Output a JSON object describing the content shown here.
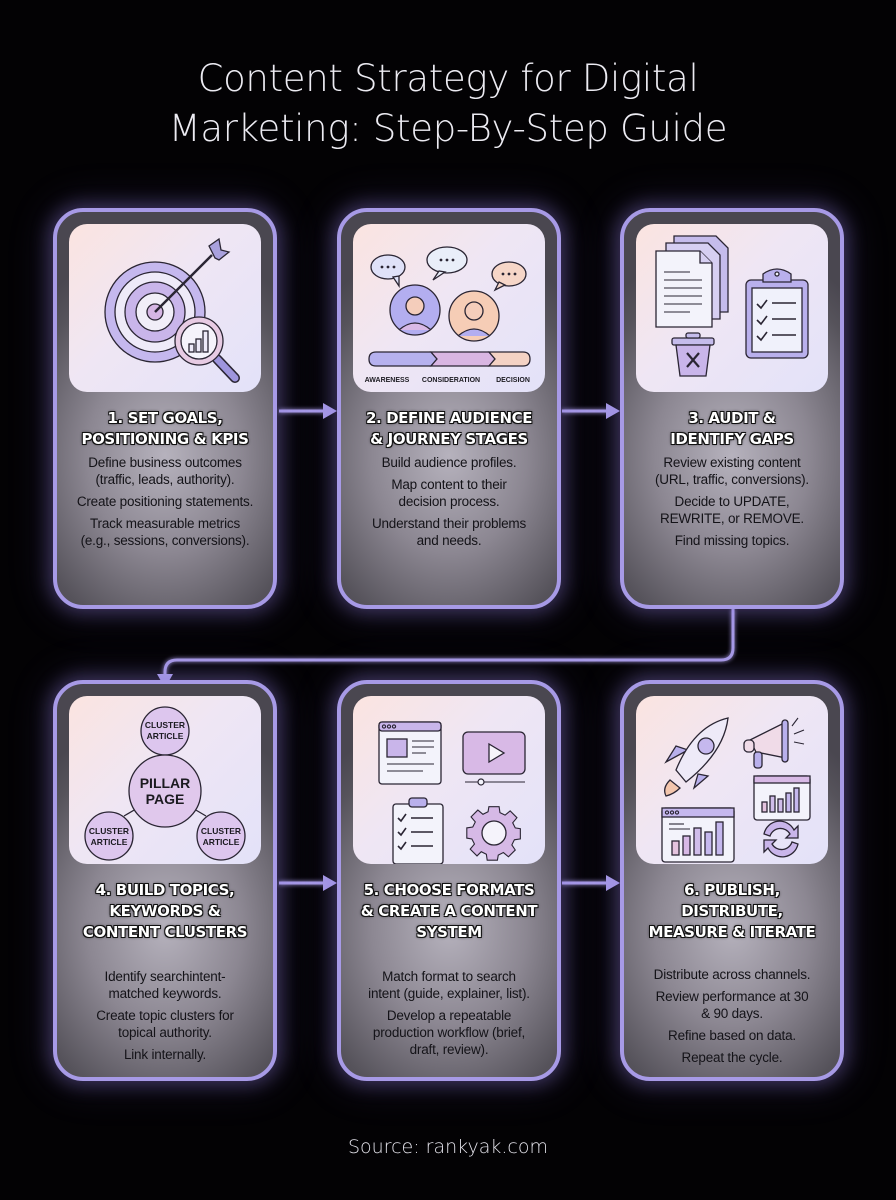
{
  "title": {
    "line1": "Content Strategy for Digital",
    "line2": "Marketing: Step-By-Step Guide"
  },
  "colors": {
    "background": "#030204",
    "accent": "#a79ae6",
    "card_fill": "#8c8792",
    "art_bg_start": "#fbe4e0",
    "art_bg_end": "#e3e2f9",
    "icon_lavender": "#b9b0ec",
    "icon_pink": "#e6c4dc",
    "icon_peach": "#f3cbb6"
  },
  "steps": [
    {
      "icon": "target-arrow-magnifier-chart-icon",
      "heading": [
        "1. SET GOALS,",
        "POSITIONING & KPIS"
      ],
      "bullets": [
        [
          "Define business outcomes",
          "(traffic, leads, authority)."
        ],
        [
          "Create positioning statements."
        ],
        [
          "Track measurable metrics",
          "(e.g., sessions, conversions)."
        ]
      ]
    },
    {
      "icon": "audience-journey-icon",
      "heading": [
        "2. DEFINE AUDIENCE",
        "& JOURNEY STAGES"
      ],
      "journey_stages": [
        "AWARENESS",
        "CONSIDERATION",
        "DECISION"
      ],
      "bullets": [
        [
          "Build audience profiles."
        ],
        [
          "Map content to their",
          "decision process."
        ],
        [
          "Understand their problems",
          "and needs."
        ]
      ]
    },
    {
      "icon": "documents-clipboard-trash-icon",
      "heading": [
        "3. AUDIT &",
        "IDENTIFY GAPS"
      ],
      "bullets": [
        [
          "Review existing content",
          "(URL, traffic, conversions)."
        ],
        [
          "Decide to UPDATE,",
          "REWRITE, or REMOVE."
        ],
        [
          "Find missing topics."
        ]
      ]
    },
    {
      "icon": "pillar-cluster-diagram-icon",
      "heading": [
        "4. BUILD TOPICS,",
        "KEYWORDS &",
        "CONTENT CLUSTERS"
      ],
      "cluster_diagram": {
        "center": [
          "PILLAR",
          "PAGE"
        ],
        "nodes": [
          [
            "CLUSTER",
            "ARTICLE"
          ],
          [
            "CLUSTER",
            "ARTICLE"
          ],
          [
            "CLUSTER",
            "ARTICLE"
          ]
        ]
      },
      "bullets": [
        [
          "Identify searchintent-",
          "matched keywords."
        ],
        [
          "Create topic clusters for",
          "topical authority."
        ],
        [
          "Link internally."
        ]
      ]
    },
    {
      "icon": "formats-system-icon",
      "heading": [
        "5. CHOOSE FORMATS",
        "& CREATE A CONTENT",
        "SYSTEM"
      ],
      "bullets": [
        [
          "Match format to search",
          "intent (guide, explainer, list)."
        ],
        [
          "Develop a repeatable",
          "production workflow (brief,",
          "draft, review)."
        ]
      ]
    },
    {
      "icon": "rocket-megaphone-analytics-icon",
      "heading": [
        "6. PUBLISH,",
        "DISTRIBUTE,",
        "MEASURE & ITERATE"
      ],
      "bullets": [
        [
          "Distribute across channels."
        ],
        [
          "Review performance at 30",
          "& 90 days."
        ],
        [
          "Refine based on data."
        ],
        [
          "Repeat the cycle."
        ]
      ]
    }
  ],
  "footer": {
    "source": "Source: rankyak.com"
  }
}
